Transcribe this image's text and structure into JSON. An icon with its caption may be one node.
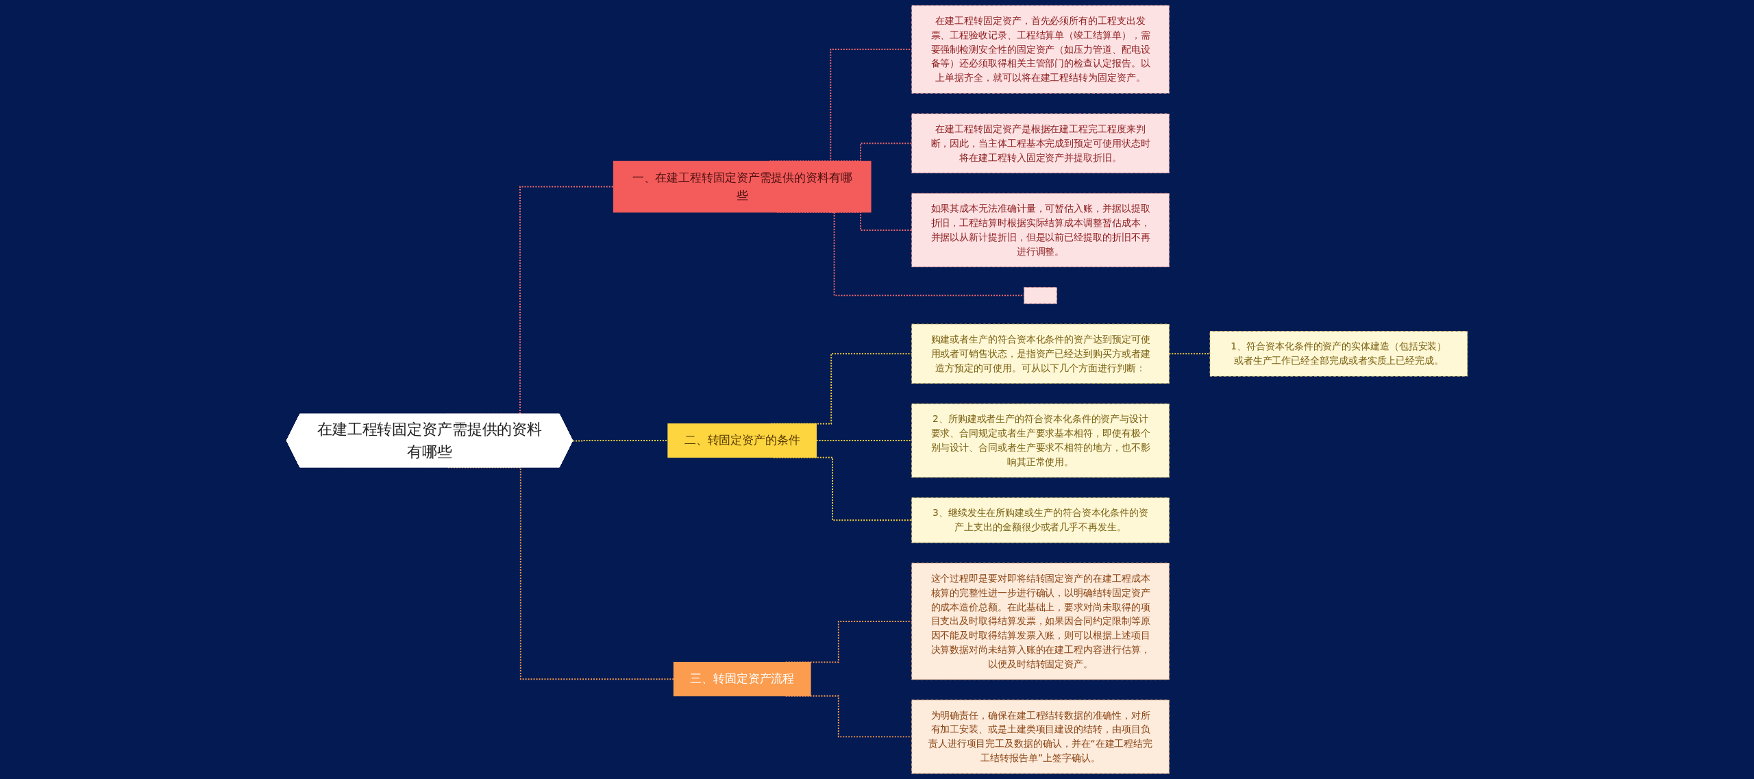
{
  "diagram": {
    "nodes": [
      {
        "text": [
          "在建工程转固定资产需提供的资料有哪些"
        ]
      },
      {
        "text": [
          "一、在建工程转固定资产需提供的资料有哪些"
        ]
      },
      {
        "text": [
          "在建工程转固定资产，首先必须所有的工程支出发票、工程验收记录、工程结算单（竣工结算单），需要强制检测安全性的固定资产（如压力管道、配电设备等）还必须取得相关主管部门的检查认定报告。以上单据齐全，就可以将在建工程结转为固定资产。"
        ]
      },
      {
        "text": [
          "在建工程转固定资产是根据在建工程完工程度来判断，因此，当主体工程基本完成到预定可使用状态时将在建工程转入固定资产并提取折旧。"
        ]
      },
      {
        "text": [
          "如果其成本无法准确计量，可暂估入账，并据以提取折旧，工程结算时根据实际结算成本调整暂估成本，并据以从新计提折旧，但是以前已经提取的折旧不再进行调整。"
        ]
      },
      {
        "text": [],
        "shape": "box"
      },
      {
        "text": [
          "二、转固定资产的条件"
        ]
      },
      {
        "text": [
          "购建或者生产的符合资本化条件的资产达到预定可使用或者可销售状态，是指资产已经达到购买方或者建造方预定的可使用。可从以下几个方面进行判断："
        ]
      },
      {
        "text": [
          "1、符合资本化条件的资产的实体建造（包括安装）或者生产工作已经全部完成或者实质上已经完成。"
        ]
      },
      {
        "text": [
          "2、所购建或者生产的符合资本化条件的资产与设计要求、合同规定或者生产要求基本相符，即使有极个别与设计、合同或者生产要求不相符的地方，也不影响其正常使用。"
        ]
      },
      {
        "text": [
          "3、继续发生在所购建或生产的符合资本化条件的资产上支出的金额很少或者几乎不再发生。"
        ]
      },
      {
        "text": [
          "三、转固定资产流程"
        ]
      },
      {
        "text": [
          "这个过程即是要对即将结转固定资产的在建工程成本核算的完整性进一步进行确认，以明确结转固定资产的成本造价总额。在此基础上，要求对尚未取得的项目支出及时取得结算发票，如果因合同约定限制等原因不能及时取得结算发票入账，则可以根据上述项目决算数据对尚未结算入账的在建工程内容进行估算，以便及时结转固定资产。"
        ]
      },
      {
        "text": [
          "为明确责任，确保在建工程结转数据的准确性，对所有加工安装、或是土建类项目建设的结转，由项目负责人进行项目完工及数据的确认，并在“在建工程结完工结转报告单”上签字确认。"
        ]
      }
    ],
    "edges": [
      {
        "from": 0,
        "to": 1,
        "arrow": "none",
        "style": "dashed",
        "color": "#f46a6a"
      },
      {
        "from": 1,
        "to": 2,
        "arrow": "none",
        "style": "dashed",
        "color": "#f46a6a"
      },
      {
        "from": 1,
        "to": 3,
        "arrow": "none",
        "style": "dashed",
        "color": "#f46a6a"
      },
      {
        "from": 1,
        "to": 4,
        "arrow": "none",
        "style": "dashed",
        "color": "#f46a6a"
      },
      {
        "from": 1,
        "to": 5,
        "arrow": "none",
        "style": "dashed",
        "color": "#f46a6a"
      },
      {
        "from": 0,
        "to": 6,
        "arrow": "none",
        "style": "dashed",
        "color": "#f9d13b"
      },
      {
        "from": 6,
        "to": 7,
        "arrow": "none",
        "style": "dashed",
        "color": "#f9d13b"
      },
      {
        "from": 7,
        "to": 8,
        "arrow": "none",
        "style": "dashed",
        "color": "#f9d13b"
      },
      {
        "from": 6,
        "to": 9,
        "arrow": "none",
        "style": "dashed",
        "color": "#f9d13b"
      },
      {
        "from": 6,
        "to": 10,
        "arrow": "none",
        "style": "dashed",
        "color": "#f9d13b"
      },
      {
        "from": 0,
        "to": 11,
        "arrow": "none",
        "style": "dashed",
        "color": "#f99a4f"
      },
      {
        "from": 11,
        "to": 12,
        "arrow": "none",
        "style": "dashed",
        "color": "#f99a4f"
      },
      {
        "from": 11,
        "to": 13,
        "arrow": "none",
        "style": "dashed",
        "color": "#f99a4f"
      }
    ]
  }
}
